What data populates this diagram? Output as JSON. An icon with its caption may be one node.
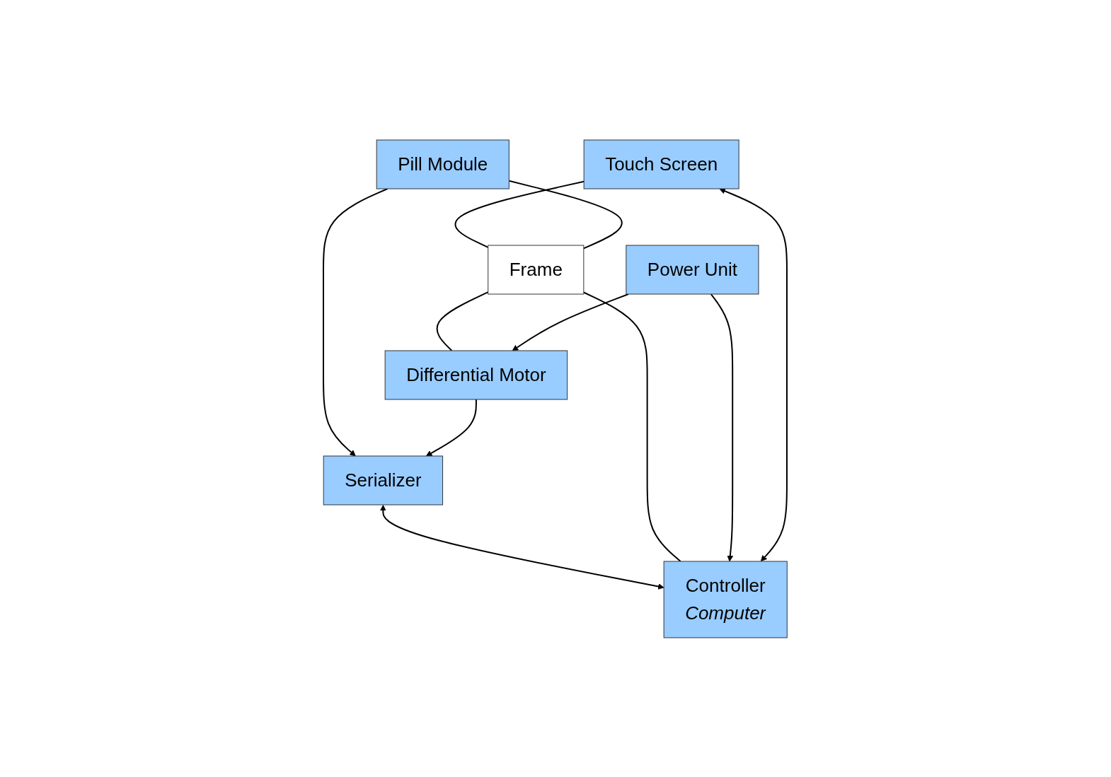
{
  "diagram": {
    "nodes": [
      {
        "text": [
          "Touch Screen"
        ]
      },
      {
        "text": [
          "Pill Module"
        ]
      },
      {
        "text": [
          "Serializer"
        ]
      },
      {
        "text": [
          "Frame"
        ]
      },
      {
        "text": [
          "Controller",
          "Computer"
        ]
      },
      {
        "text": [
          "Differential Motor"
        ]
      },
      {
        "text": [
          "Power Unit"
        ]
      }
    ],
    "edges": [
      {
        "from": 4,
        "to": 0,
        "arrow": "both"
      },
      {
        "from": 1,
        "to": 2,
        "arrow": "to"
      },
      {
        "from": 5,
        "to": 2,
        "arrow": "to"
      },
      {
        "from": 2,
        "to": 4,
        "arrow": "both"
      },
      {
        "from": 0,
        "to": 3,
        "arrow": "none"
      },
      {
        "from": 1,
        "to": 3,
        "arrow": "none"
      },
      {
        "from": 3,
        "to": 4,
        "arrow": "none"
      },
      {
        "from": 3,
        "to": 5,
        "arrow": "none"
      },
      {
        "from": 6,
        "to": 4,
        "arrow": "to"
      },
      {
        "from": 6,
        "to": 5,
        "arrow": "to"
      }
    ]
  }
}
